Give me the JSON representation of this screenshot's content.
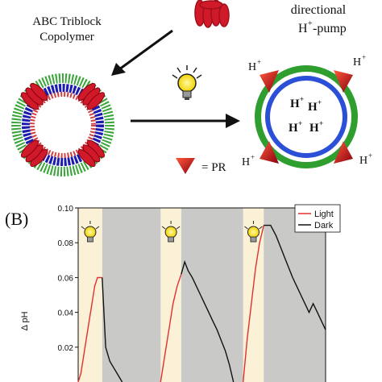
{
  "panel_a": {
    "label_copolymer_line1": "ABC Triblock",
    "label_copolymer_line2": "Copolymer",
    "label_pump_line1": "directional",
    "label_pump_line2": "H",
    "label_pump_sup": "+",
    "label_pump_suffix": "-pump",
    "proton_label": "H",
    "proton_sup": "+",
    "legend_pr": "= PR",
    "colors": {
      "outer_ring": "#2e9e2e",
      "inner_ring": "#2b4fd6",
      "pump": "#e02020",
      "protein": "#d01a2a",
      "block_a": "#3aa63a",
      "block_b": "#1b1bb0"
    }
  },
  "panel_b_label": "(B)",
  "chart_data": {
    "type": "line",
    "ylabel": "Δ pH",
    "ylim": [
      0.0,
      0.1
    ],
    "yticks": [
      "0.10",
      "0.08",
      "0.06",
      "0.04",
      "0.02"
    ],
    "xlim": [
      0,
      360
    ],
    "light_intervals": [
      [
        0,
        35
      ],
      [
        120,
        150
      ],
      [
        240,
        270
      ]
    ],
    "dark_intervals": [
      [
        35,
        120
      ],
      [
        150,
        240
      ],
      [
        270,
        360
      ]
    ],
    "legend": [
      {
        "name": "Light",
        "color": "#e03030"
      },
      {
        "name": "Dark",
        "color": "#111111"
      }
    ],
    "series": [
      {
        "name": "Light",
        "color": "#e03030",
        "segments": [
          [
            [
              0,
              0.0
            ],
            [
              4,
              0.005
            ],
            [
              8,
              0.015
            ],
            [
              12,
              0.025
            ],
            [
              16,
              0.035
            ],
            [
              20,
              0.045
            ],
            [
              24,
              0.055
            ],
            [
              28,
              0.06
            ],
            [
              35,
              0.06
            ]
          ],
          [
            [
              120,
              0.0
            ],
            [
              126,
              0.015
            ],
            [
              132,
              0.03
            ],
            [
              138,
              0.045
            ],
            [
              144,
              0.055
            ],
            [
              150,
              0.062
            ]
          ],
          [
            [
              240,
              0.0
            ],
            [
              246,
              0.025
            ],
            [
              252,
              0.045
            ],
            [
              258,
              0.065
            ],
            [
              264,
              0.08
            ],
            [
              270,
              0.09
            ]
          ]
        ]
      },
      {
        "name": "Dark",
        "color": "#111111",
        "segments": [
          [
            [
              35,
              0.06
            ],
            [
              40,
              0.02
            ],
            [
              46,
              0.012
            ],
            [
              52,
              0.008
            ],
            [
              58,
              0.004
            ],
            [
              64,
              0.0
            ]
          ],
          [
            [
              150,
              0.062
            ],
            [
              155,
              0.069
            ],
            [
              160,
              0.064
            ],
            [
              166,
              0.06
            ],
            [
              172,
              0.055
            ],
            [
              178,
              0.05
            ],
            [
              184,
              0.045
            ],
            [
              190,
              0.04
            ],
            [
              196,
              0.035
            ],
            [
              202,
              0.03
            ],
            [
              208,
              0.024
            ],
            [
              214,
              0.018
            ],
            [
              220,
              0.01
            ],
            [
              226,
              0.0
            ]
          ],
          [
            [
              270,
              0.09
            ],
            [
              280,
              0.09
            ],
            [
              288,
              0.084
            ],
            [
              294,
              0.078
            ],
            [
              300,
              0.072
            ],
            [
              306,
              0.066
            ],
            [
              312,
              0.06
            ],
            [
              318,
              0.055
            ],
            [
              324,
              0.05
            ],
            [
              330,
              0.045
            ],
            [
              336,
              0.04
            ],
            [
              342,
              0.045
            ],
            [
              348,
              0.04
            ],
            [
              354,
              0.035
            ],
            [
              360,
              0.03
            ]
          ]
        ]
      }
    ]
  }
}
